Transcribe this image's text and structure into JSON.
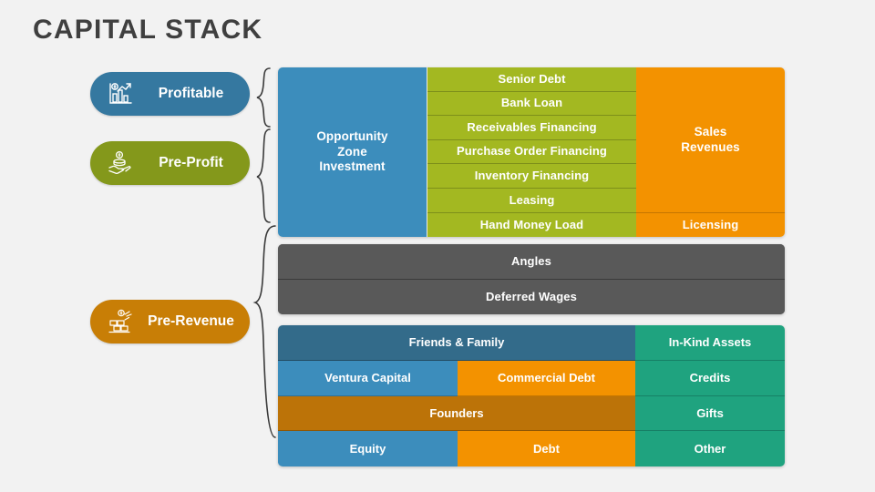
{
  "title": "CAPITAL STACK",
  "stages": [
    {
      "id": "profitable",
      "label": "Profitable",
      "icon": "bar-chart-dollar-icon",
      "color": "#3578a0"
    },
    {
      "id": "pre-profit",
      "label": "Pre-Profit",
      "icon": "hand-coins-icon",
      "color": "#84981b"
    },
    {
      "id": "pre-revenue",
      "label": "Pre-Revenue",
      "icon": "money-stack-icon",
      "color": "#c87e06"
    }
  ],
  "top_block": {
    "left_cell": "Opportunity\nZone\nInvestment",
    "left_cell_lines": [
      "Opportunity",
      "Zone",
      "Investment"
    ],
    "middle_rows": [
      "Senior Debt",
      "Bank Loan",
      "Receivables Financing",
      "Purchase Order Financing",
      "Inventory Financing",
      "Leasing",
      "Hand Money Load"
    ],
    "right_cell_lines": [
      "Sales",
      "Revenues"
    ],
    "right_bottom": "Licensing"
  },
  "middle_block": {
    "rows": [
      "Angles",
      "Deferred Wages"
    ]
  },
  "bottom_block": {
    "rows": [
      {
        "full": "Friends & Family",
        "right": "In-Kind Assets"
      },
      {
        "left": "Ventura Capital",
        "mid": "Commercial Debt",
        "right": "Credits"
      },
      {
        "full": "Founders",
        "right": "Gifts"
      },
      {
        "left": "Equity",
        "mid": "Debt",
        "right": "Other"
      }
    ]
  },
  "colors": {
    "background": "#f2f2f2",
    "title": "#3f3f3f",
    "blue": "#3c8dbc",
    "dark_blue": "#336b8a",
    "green": "#a3b821",
    "orange": "#f39200",
    "brown": "#bc7308",
    "teal": "#1fa37f",
    "gray": "#595959"
  }
}
